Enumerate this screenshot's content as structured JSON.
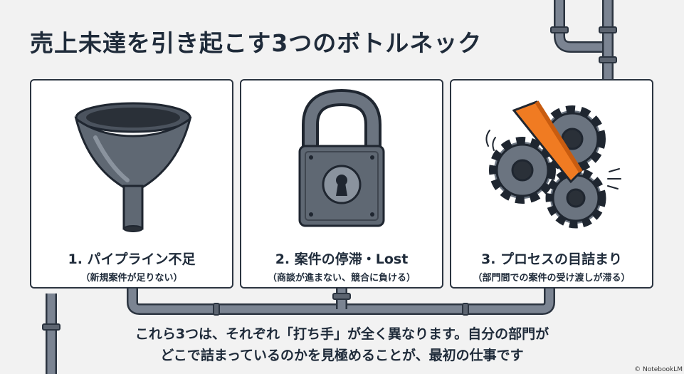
{
  "title": "売上未達を引き起こす3つのボトルネック",
  "cards": [
    {
      "icon": "funnel-icon",
      "title": "1. パイプライン不足",
      "subtitle": "（新規案件が足りない）"
    },
    {
      "icon": "padlock-icon",
      "title": "2. 案件の停滞・Lost",
      "subtitle": "（商談が進まない、競合に負ける）"
    },
    {
      "icon": "jammed-gears-icon",
      "title": "3. プロセスの目詰まり",
      "subtitle": "（部門間での案件の受け渡しが滞る）"
    }
  ],
  "message": {
    "line1": "これら3つは、それぞれ「打ち手」が全く異なります。自分の部門が",
    "line2": "どこで詰まっているのかを見極めることが、最初の仕事です"
  },
  "credit": "© NotebookLM",
  "colors": {
    "background": "#f2f2f2",
    "pipe": "#6b7280",
    "outline": "#2b3440",
    "accent_orange": "#f07b22"
  }
}
